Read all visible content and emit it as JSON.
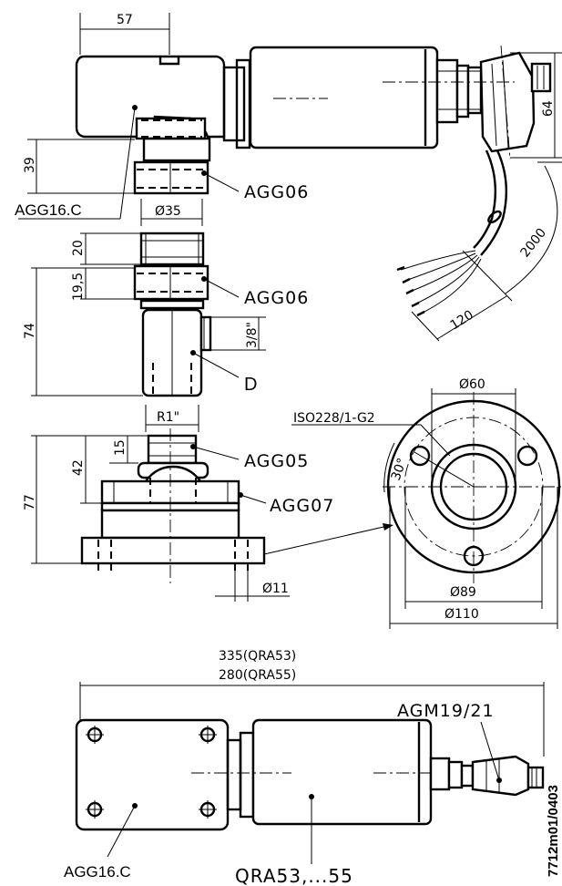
{
  "top_view": {
    "dim_width": "57",
    "dim_height_39": "39",
    "dim_height_64": "64",
    "cable_length": "2000",
    "cable_end": "120",
    "label_agg16c": "AGG16.C",
    "label_agg06": "AGG06"
  },
  "adapter_view": {
    "dim_dia35": "Ø35",
    "dim_20": "20",
    "dim_19_5": "19,5",
    "dim_74": "74",
    "dim_thread": "3/8\"",
    "label_agg06": "AGG06",
    "label_d": "D"
  },
  "flange_view": {
    "dim_r1": "R1\"",
    "dim_15": "15",
    "dim_42": "42",
    "dim_77": "77",
    "dim_dia11": "Ø11",
    "label_agg05": "AGG05",
    "label_agg07": "AGG07"
  },
  "round_flange": {
    "dim_dia60": "Ø60",
    "thread_label": "ISO228/1-G2",
    "angle": "30°",
    "dim_dia89": "Ø89",
    "dim_dia110": "Ø110"
  },
  "side_view": {
    "length_qra53": "335(QRA53)",
    "length_qra55": "280(QRA55)",
    "label_agm": "AGM19/21",
    "label_agg16c": "AGG16.C",
    "label_qra": "QRA53,...55",
    "drawing_number": "7712m01/0403"
  }
}
